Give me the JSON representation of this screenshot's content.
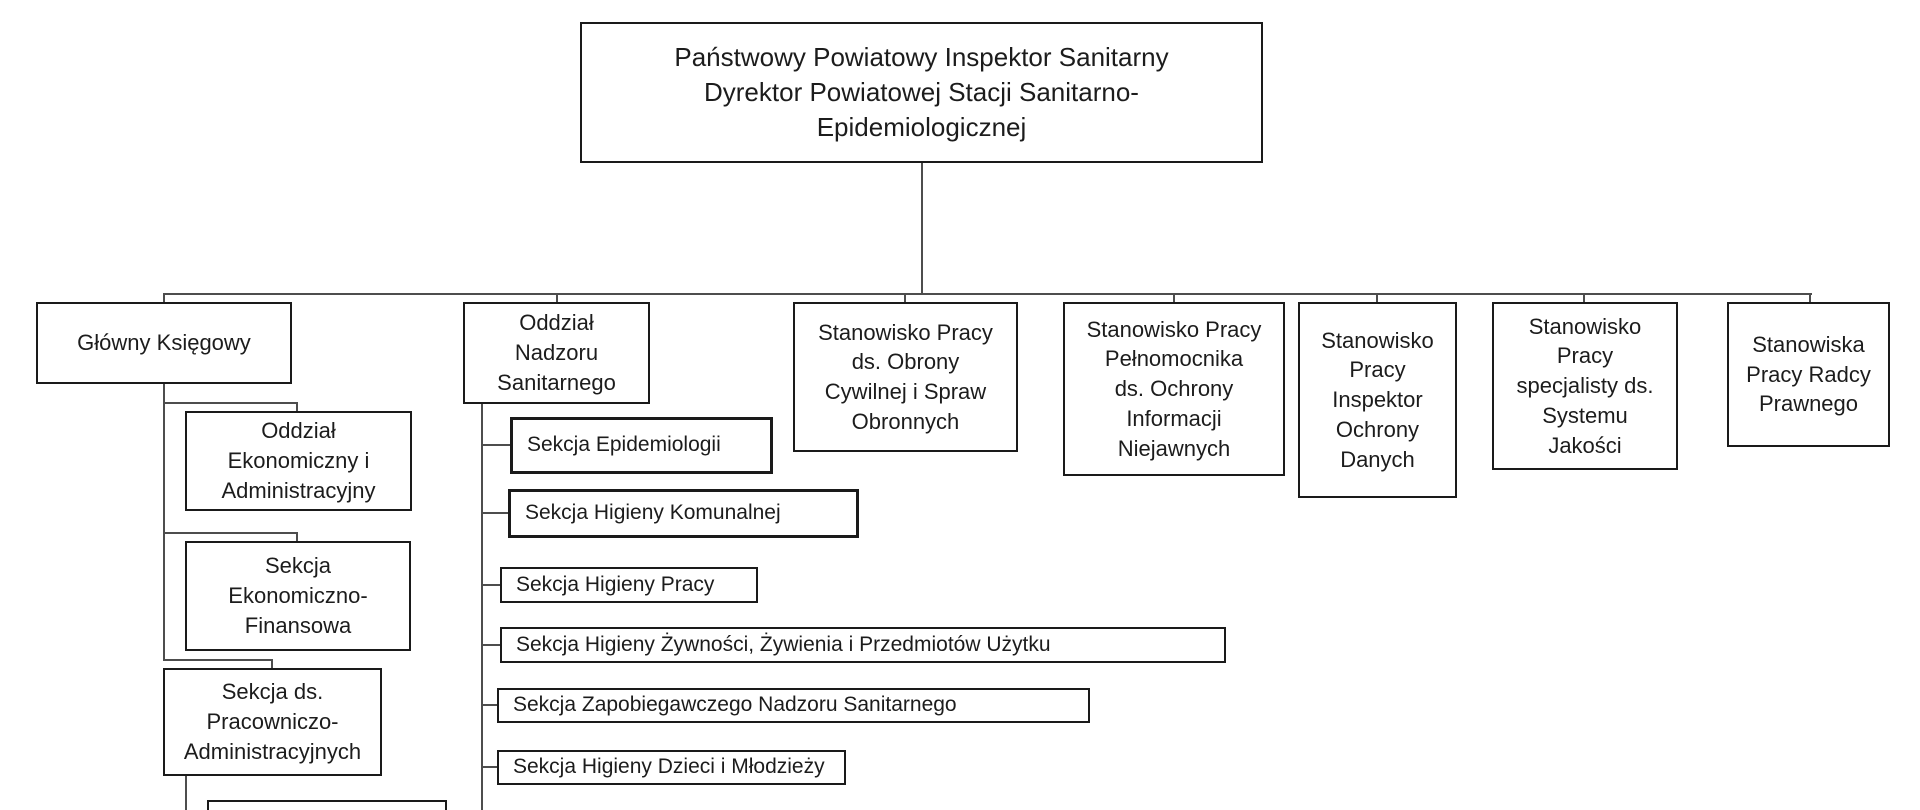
{
  "colors": {
    "background": "#ffffff",
    "box_border": "#1a1a1a",
    "connector": "#4d4d4d",
    "text": "#1c1c1c"
  },
  "org_chart": {
    "root": {
      "label": "Państwowy Powiatowy Inspektor Sanitarny\nDyrektor Powiatowej Stacji Sanitarno-\nEpidemiologicznej"
    },
    "branches": [
      {
        "label": "Główny Księgowy",
        "children": [
          {
            "label": "Oddział\nEkonomiczny i\nAdministracyjny"
          },
          {
            "label": "Sekcja\nEkonomiczno-\nFinansowa"
          },
          {
            "label": "Sekcja ds.\nPracowniczo-\nAdministracyjnych"
          }
        ]
      },
      {
        "label": "Oddział\nNadzoru\nSanitarnego",
        "children": [
          {
            "label": "Sekcja Epidemiologii"
          },
          {
            "label": "Sekcja Higieny Komunalnej"
          },
          {
            "label": "Sekcja Higieny Pracy"
          },
          {
            "label": "Sekcja Higieny Żywności, Żywienia i Przedmiotów Użytku"
          },
          {
            "label": "Sekcja Zapobiegawczego Nadzoru Sanitarnego"
          },
          {
            "label": "Sekcja Higieny Dzieci i Młodzieży"
          }
        ]
      },
      {
        "label": "Stanowisko Pracy\nds. Obrony\nCywilnej i Spraw\nObronnych"
      },
      {
        "label": "Stanowisko Pracy\nPełnomocnika\nds. Ochrony\nInformacji\nNiejawnych"
      },
      {
        "label": "Stanowisko\nPracy\nInspektor\nOchrony\nDanych"
      },
      {
        "label": "Stanowisko\nPracy\nspecjalisty ds.\nSystemu\nJakości"
      },
      {
        "label": "Stanowiska\nPracy Radcy\nPrawnego"
      }
    ]
  }
}
